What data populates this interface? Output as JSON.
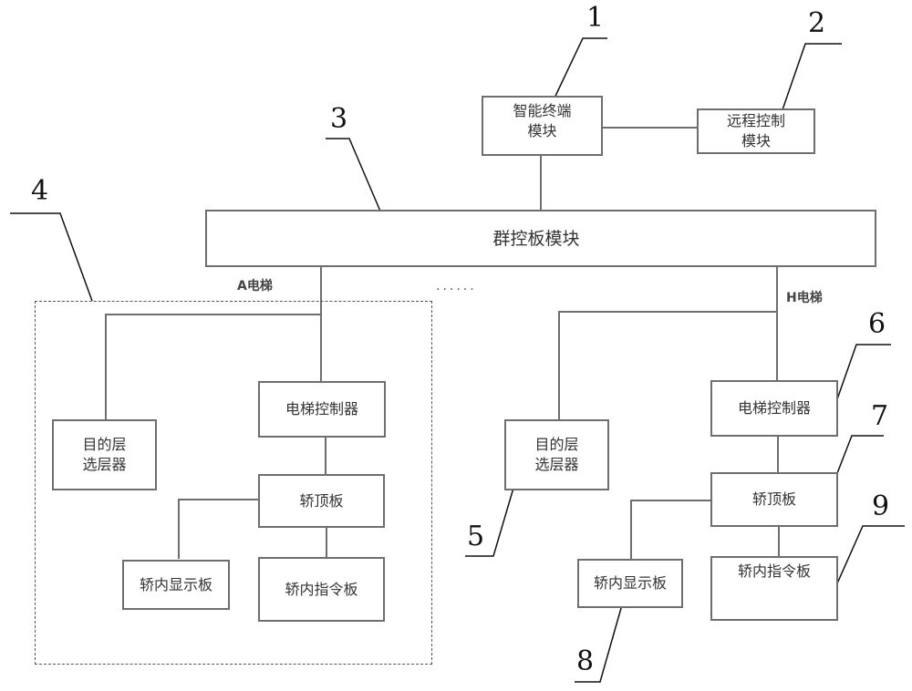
{
  "diagram": {
    "type": "block-diagram",
    "title": "",
    "modules": {
      "smart_terminal": {
        "line1": "智能终端",
        "line2": "模块",
        "ref": "1"
      },
      "remote_control": {
        "line1": "远程控制",
        "line2": "模块",
        "ref": "2"
      },
      "group_control": {
        "label": "群控板模块",
        "ref": "3"
      }
    },
    "ellipsis": "······",
    "elevator_a": {
      "label": "A电梯",
      "group_ref": "4",
      "destination_selector": {
        "line1": "目的层",
        "line2": "选层器"
      },
      "controller": {
        "label": "电梯控制器"
      },
      "car_top_board": {
        "label": "轿顶板"
      },
      "car_display_board": {
        "label": "轿内显示板"
      },
      "car_command_board": {
        "label": "轿内指令板"
      }
    },
    "elevator_h": {
      "label": "H电梯",
      "destination_selector": {
        "line1": "目的层",
        "line2": "选层器",
        "ref": "5"
      },
      "controller": {
        "label": "电梯控制器",
        "ref": "6"
      },
      "car_top_board": {
        "label": "轿顶板",
        "ref": "7"
      },
      "car_display_board": {
        "label": "轿内显示板",
        "ref": "8"
      },
      "car_command_board": {
        "label": "轿内指令板",
        "ref": "9"
      }
    },
    "connections": [
      [
        "smart_terminal",
        "remote_control"
      ],
      [
        "smart_terminal",
        "group_control"
      ],
      [
        "group_control",
        "elevator_a.controller"
      ],
      [
        "group_control",
        "elevator_a.destination_selector"
      ],
      [
        "elevator_a.controller",
        "elevator_a.car_top_board"
      ],
      [
        "elevator_a.car_top_board",
        "elevator_a.car_display_board"
      ],
      [
        "elevator_a.car_top_board",
        "elevator_a.car_command_board"
      ],
      [
        "group_control",
        "elevator_h.controller"
      ],
      [
        "group_control",
        "elevator_h.destination_selector"
      ],
      [
        "elevator_h.controller",
        "elevator_h.car_top_board"
      ],
      [
        "elevator_h.car_top_board",
        "elevator_h.car_display_board"
      ],
      [
        "elevator_h.car_top_board",
        "elevator_h.car_command_board"
      ]
    ]
  }
}
